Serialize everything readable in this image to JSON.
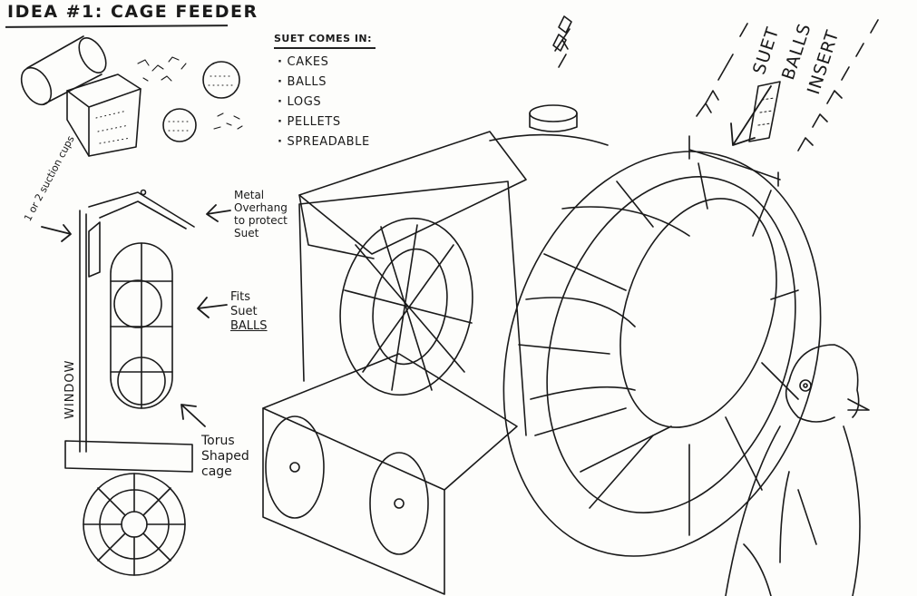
{
  "title": "IDEA #1: CAGE FEEDER",
  "suet_panel": {
    "heading": "SUET COMES IN:",
    "items": [
      "CAKES",
      "BALLS",
      "LOGS",
      "PELLETS",
      "SPREADABLE"
    ]
  },
  "annotations": {
    "suction_cups": "1 or 2 suction cups",
    "overhang_line1": "Metal",
    "overhang_line2": "Overhang",
    "overhang_line3": "to protect",
    "overhang_line4": "Suet",
    "fits_line1": "Fits",
    "fits_line2": "Suet",
    "fits_line3": "BALLS",
    "torus_line1": "Torus",
    "torus_line2": "Shaped",
    "torus_line3": "cage",
    "window": "WINDOW",
    "insert_line1": "SUET",
    "insert_line2": "BALLS",
    "insert_line3": "INSERT"
  },
  "colors": {
    "ink": "#1a1a1a",
    "paper": "#fdfdfb"
  }
}
